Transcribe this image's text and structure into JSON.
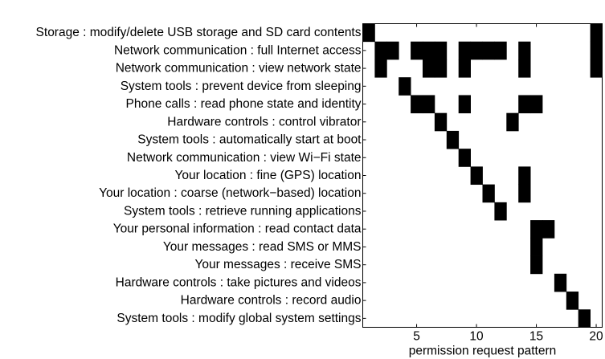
{
  "chart_data": {
    "type": "heatmap",
    "xlabel": "permission request pattern",
    "ylabel": "",
    "title": "",
    "x_range": [
      1,
      20
    ],
    "x_ticks": [
      5,
      10,
      15,
      20
    ],
    "cell_color": "#000000",
    "background_color": "#ffffff",
    "rows": [
      "Storage : modify/delete USB storage and SD card contents",
      "Network communication : full Internet access",
      "Network communication : view network state",
      "System tools : prevent device from sleeping",
      "Phone calls : read phone state and identity",
      "Hardware controls : control vibrator",
      "System tools : automatically start at boot",
      "Network communication : view Wi−Fi state",
      "Your location : fine (GPS) location",
      "Your location : coarse (network−based) location",
      "System tools : retrieve running applications",
      "Your personal information : read contact data",
      "Your messages : read SMS or MMS",
      "Your messages : receive SMS",
      "Hardware controls : take pictures and videos",
      "Hardware controls : record audio",
      "System tools : modify global system settings"
    ],
    "matrix": [
      [
        1,
        0,
        0,
        0,
        0,
        0,
        0,
        0,
        0,
        0,
        0,
        0,
        0,
        0,
        0,
        0,
        0,
        0,
        0,
        1
      ],
      [
        0,
        1,
        1,
        0,
        1,
        1,
        1,
        0,
        1,
        1,
        1,
        1,
        0,
        1,
        0,
        0,
        0,
        0,
        0,
        1
      ],
      [
        0,
        1,
        0,
        0,
        0,
        1,
        1,
        0,
        1,
        0,
        0,
        0,
        0,
        1,
        0,
        0,
        0,
        0,
        0,
        1
      ],
      [
        0,
        0,
        0,
        1,
        0,
        0,
        0,
        0,
        0,
        0,
        0,
        0,
        0,
        0,
        0,
        0,
        0,
        0,
        0,
        0
      ],
      [
        0,
        0,
        0,
        0,
        1,
        1,
        0,
        0,
        1,
        0,
        0,
        0,
        0,
        1,
        1,
        0,
        0,
        0,
        0,
        0
      ],
      [
        0,
        0,
        0,
        0,
        0,
        0,
        1,
        0,
        0,
        0,
        0,
        0,
        1,
        0,
        0,
        0,
        0,
        0,
        0,
        0
      ],
      [
        0,
        0,
        0,
        0,
        0,
        0,
        0,
        1,
        0,
        0,
        0,
        0,
        0,
        0,
        0,
        0,
        0,
        0,
        0,
        0
      ],
      [
        0,
        0,
        0,
        0,
        0,
        0,
        0,
        0,
        1,
        0,
        0,
        0,
        0,
        0,
        0,
        0,
        0,
        0,
        0,
        0
      ],
      [
        0,
        0,
        0,
        0,
        0,
        0,
        0,
        0,
        0,
        1,
        0,
        0,
        0,
        1,
        0,
        0,
        0,
        0,
        0,
        0
      ],
      [
        0,
        0,
        0,
        0,
        0,
        0,
        0,
        0,
        0,
        0,
        1,
        0,
        0,
        1,
        0,
        0,
        0,
        0,
        0,
        0
      ],
      [
        0,
        0,
        0,
        0,
        0,
        0,
        0,
        0,
        0,
        0,
        0,
        1,
        0,
        0,
        0,
        0,
        0,
        0,
        0,
        0
      ],
      [
        0,
        0,
        0,
        0,
        0,
        0,
        0,
        0,
        0,
        0,
        0,
        0,
        0,
        0,
        1,
        1,
        0,
        0,
        0,
        0
      ],
      [
        0,
        0,
        0,
        0,
        0,
        0,
        0,
        0,
        0,
        0,
        0,
        0,
        0,
        0,
        1,
        0,
        0,
        0,
        0,
        0
      ],
      [
        0,
        0,
        0,
        0,
        0,
        0,
        0,
        0,
        0,
        0,
        0,
        0,
        0,
        0,
        1,
        0,
        0,
        0,
        0,
        0
      ],
      [
        0,
        0,
        0,
        0,
        0,
        0,
        0,
        0,
        0,
        0,
        0,
        0,
        0,
        0,
        0,
        0,
        1,
        0,
        0,
        0
      ],
      [
        0,
        0,
        0,
        0,
        0,
        0,
        0,
        0,
        0,
        0,
        0,
        0,
        0,
        0,
        0,
        0,
        0,
        1,
        0,
        0
      ],
      [
        0,
        0,
        0,
        0,
        0,
        0,
        0,
        0,
        0,
        0,
        0,
        0,
        0,
        0,
        0,
        0,
        0,
        0,
        1,
        0
      ]
    ]
  }
}
